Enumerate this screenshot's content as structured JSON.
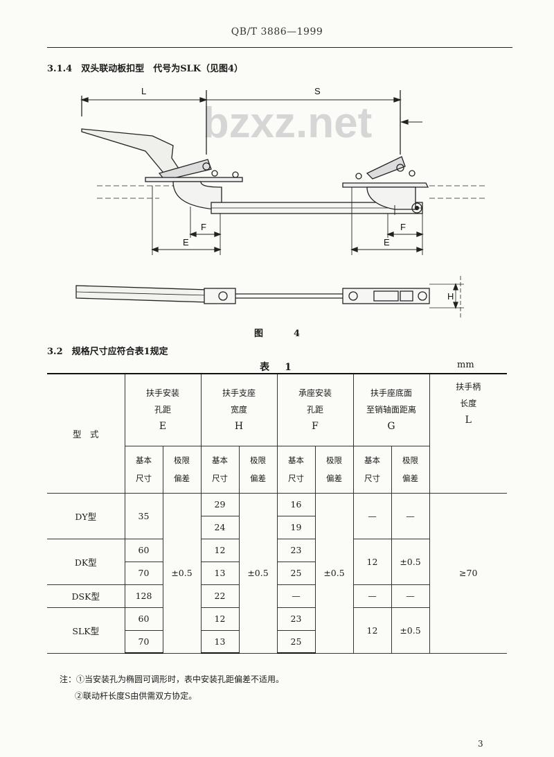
{
  "header": {
    "code": "QB/T 3886—1999"
  },
  "section_314": {
    "text": "3.1.4　双头联动板扣型　代号为SLK（见图4）"
  },
  "figure": {
    "watermark": "bzxz.net",
    "labels": {
      "L": "L",
      "S": "S",
      "F_left": "F",
      "E_left": "E",
      "F_right": "F",
      "E_right": "E",
      "H": "H"
    },
    "caption_label": "图",
    "caption_num": "4"
  },
  "section_32": {
    "text": "3.2　规格尺寸应符合表1规定"
  },
  "table": {
    "title": "表　1",
    "unit": "mm",
    "col_type": "型　式",
    "groups": [
      {
        "l1": "扶手安装",
        "l2": "孔距",
        "letter": "E"
      },
      {
        "l1": "扶手支座",
        "l2": "宽度",
        "letter": "H"
      },
      {
        "l1": "承座安装",
        "l2": "孔距",
        "letter": "F"
      },
      {
        "l1": "扶手座底面",
        "l2": "至销轴面距离",
        "letter": "G"
      },
      {
        "l1": "扶手柄",
        "l2": "长度",
        "letter": "L"
      }
    ],
    "sub": {
      "basic1": "基本",
      "basic2": "尺寸",
      "tol1": "极限",
      "tol2": "偏差"
    },
    "types": {
      "dy": "DY型",
      "dk": "DK型",
      "dsk": "DSK型",
      "slk": "SLK型"
    },
    "e": {
      "dy": "35",
      "dk1": "60",
      "dk2": "70",
      "dsk": "128",
      "slk1": "60",
      "slk2": "70",
      "tol": "±0.5"
    },
    "h": {
      "r1": "29",
      "r2": "24",
      "r3": "12",
      "r4": "13",
      "r5": "22",
      "r6": "12",
      "r7": "13",
      "tol": "±0.5"
    },
    "f": {
      "r1": "16",
      "r2": "19",
      "r3": "23",
      "r4": "25",
      "r5": "—",
      "r6": "23",
      "r7": "25",
      "tol": "±0.5"
    },
    "g": {
      "dy_b": "—",
      "dy_t": "—",
      "dk_b": "12",
      "dk_t": "±0.5",
      "dsk_b": "—",
      "dsk_t": "—",
      "slk_b": "12",
      "slk_t": "±0.5"
    },
    "l": {
      "value": "≥70"
    }
  },
  "notes": {
    "n1": "注：①当安装孔为椭圆可调形时，表中安装孔距偏差不适用。",
    "n2": "②联动杆长度S由供需双方协定。"
  },
  "page_number": "3"
}
